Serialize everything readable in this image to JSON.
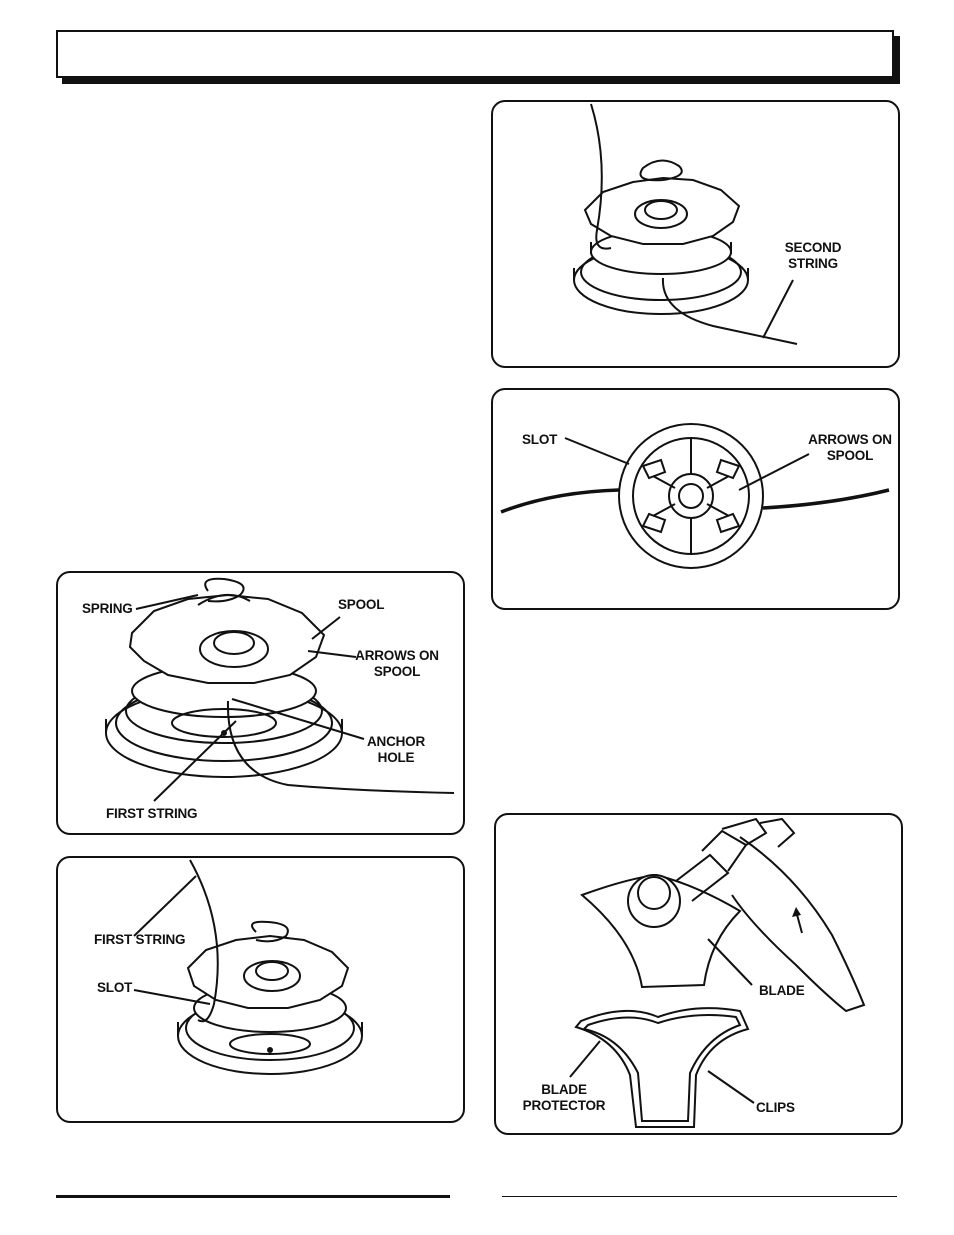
{
  "header": {
    "title": ""
  },
  "figures": {
    "second_string": {
      "label_second_string": "SECOND\nSTRING"
    },
    "spool_top": {
      "label_slot": "SLOT",
      "label_arrows_on_spool": "ARROWS ON\nSPOOL"
    },
    "spool_parts": {
      "label_spring": "SPRING",
      "label_spool": "SPOOL",
      "label_arrows_on_spool": "ARROWS ON\nSPOOL",
      "label_anchor_hole": "ANCHOR\nHOLE",
      "label_first_string": "FIRST STRING"
    },
    "first_string_slot": {
      "label_first_string": "FIRST STRING",
      "label_slot": "SLOT"
    },
    "blade": {
      "label_blade": "BLADE",
      "label_blade_protector": "BLADE\nPROTECTOR",
      "label_clips": "CLIPS"
    }
  }
}
